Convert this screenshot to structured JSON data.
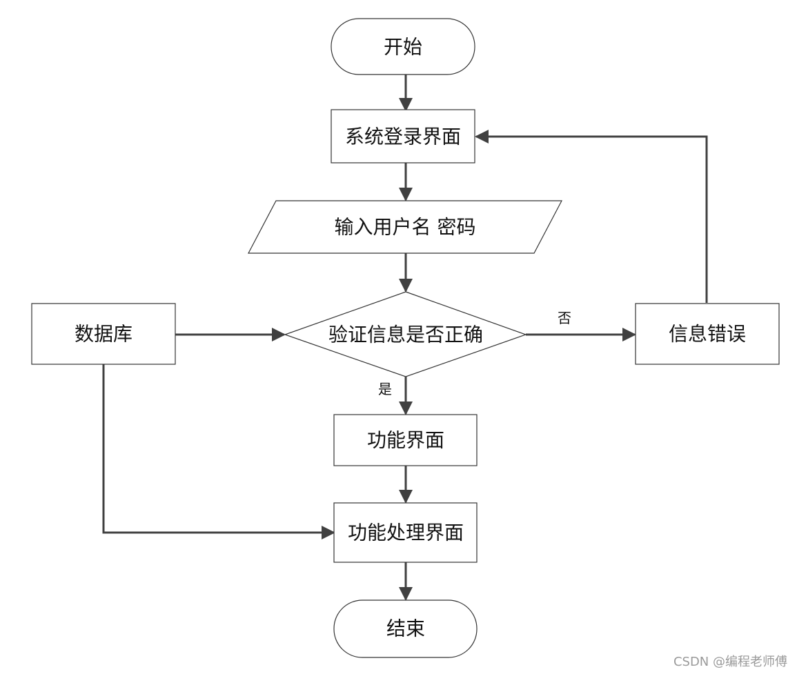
{
  "nodes": {
    "start": "开始",
    "login_screen": "系统登录界面",
    "input_credentials": "输入用户名 密码",
    "verify": "验证信息是否正确",
    "database": "数据库",
    "info_error": "信息错误",
    "function_screen": "功能界面",
    "function_processing": "功能处理界面",
    "end": "结束"
  },
  "edge_labels": {
    "no": "否",
    "yes": "是"
  },
  "watermark": "CSDN @编程老师傅"
}
